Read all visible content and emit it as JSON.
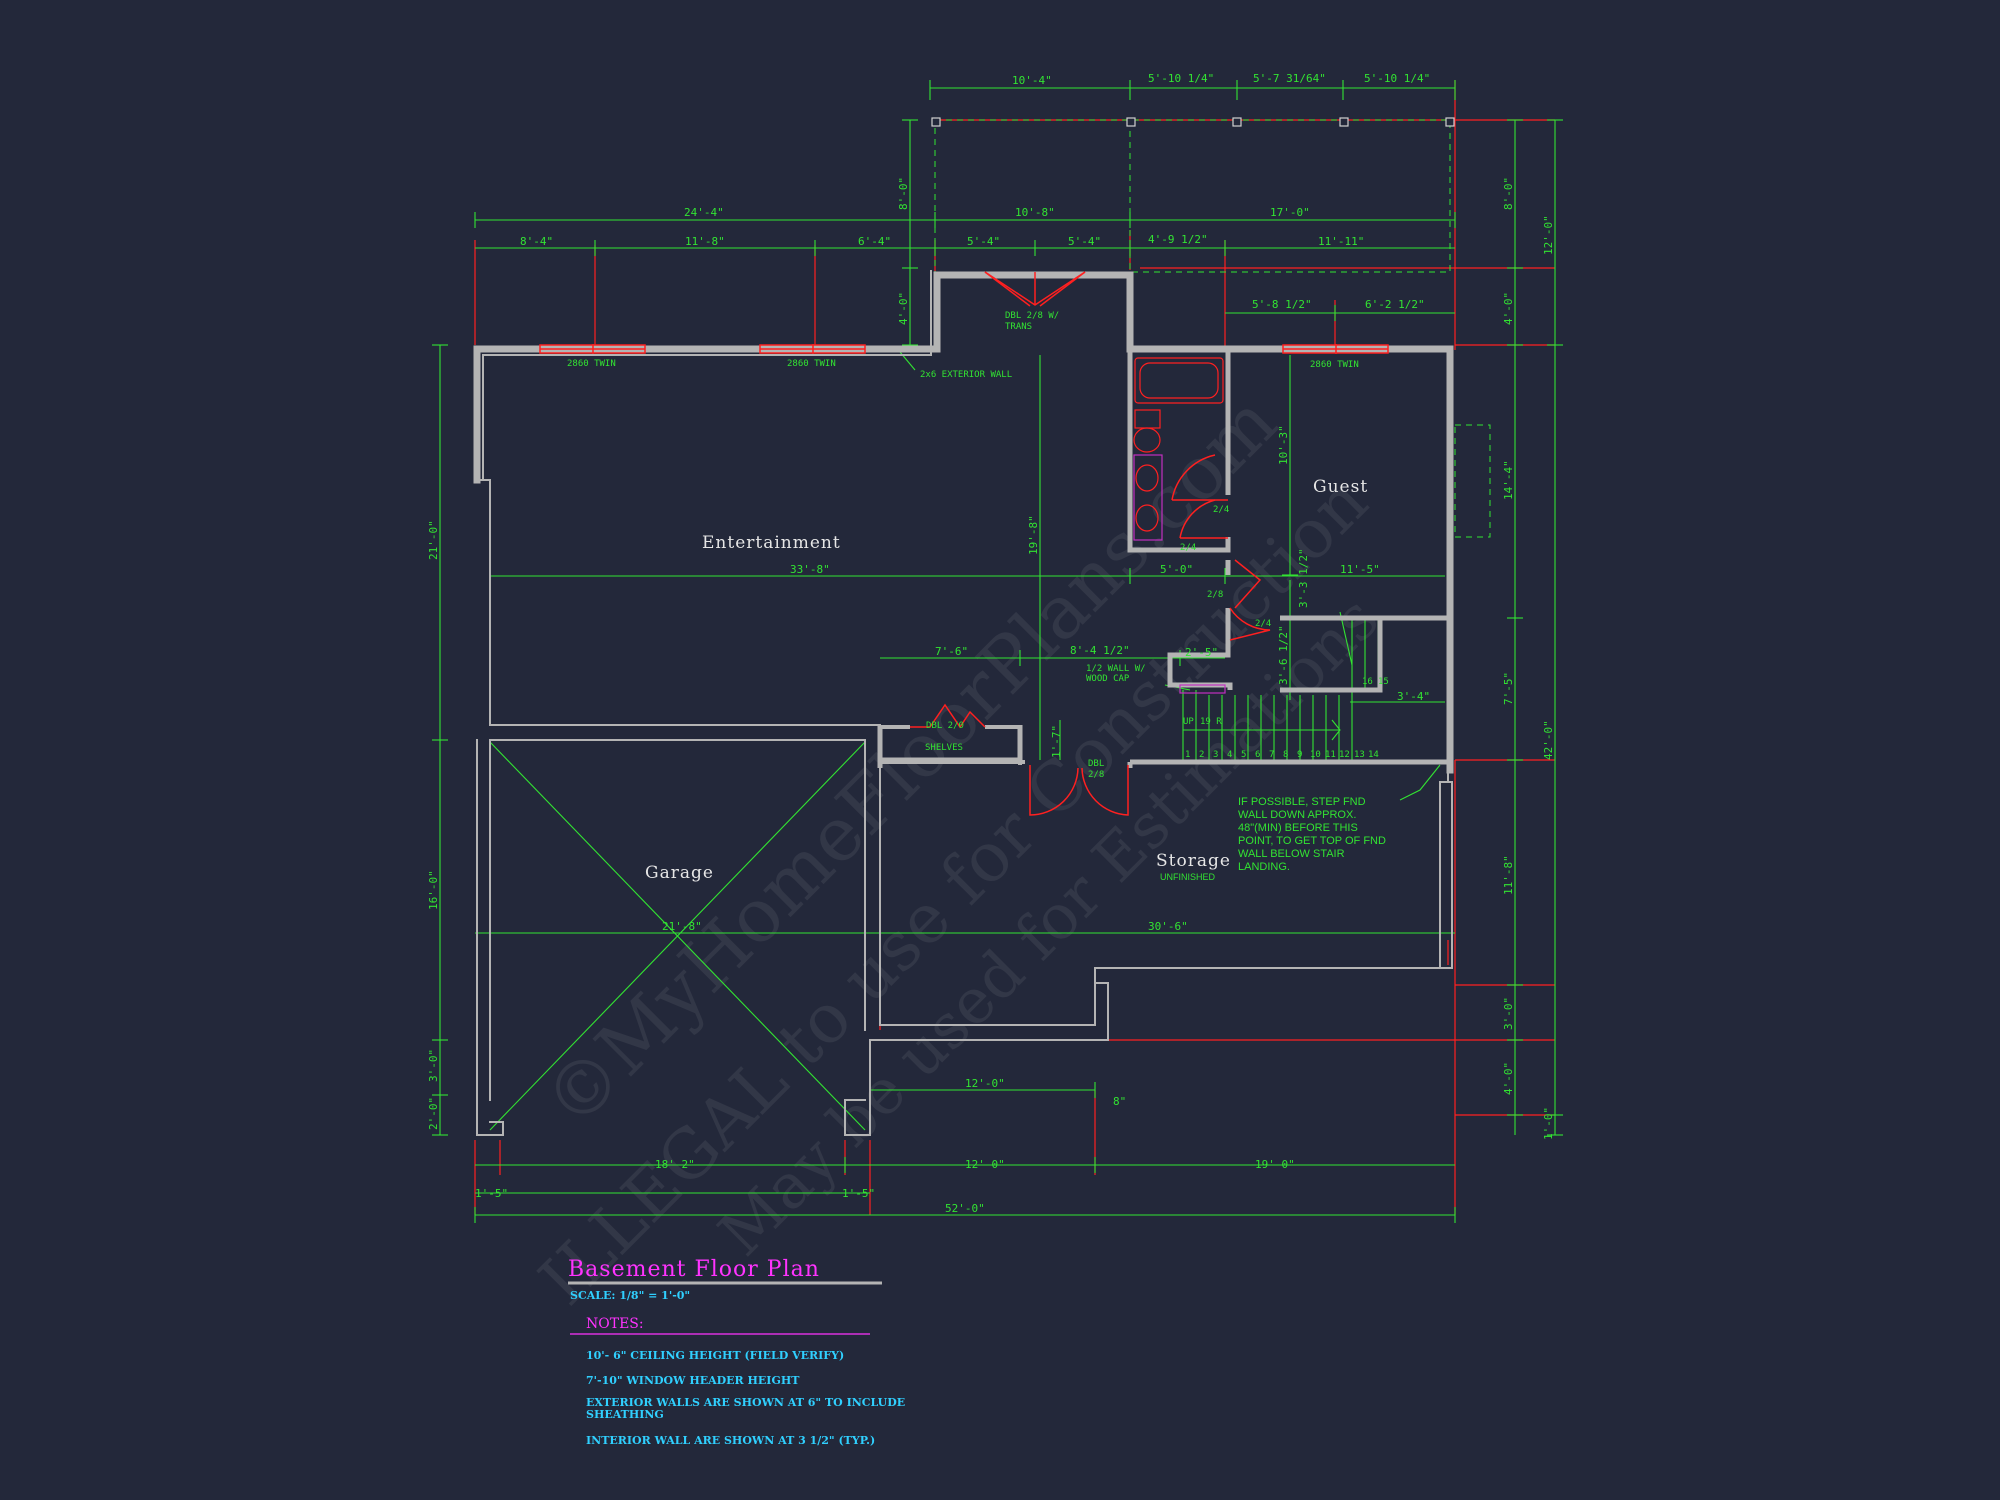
{
  "drawing": {
    "rooms": {
      "entertainment": "Entertainment",
      "guest": "Guest",
      "garage": "Garage",
      "storage": "Storage",
      "storage_sub": "UNFINISHED"
    },
    "labels": {
      "window_left": "2860 TWIN",
      "window_mid": "2860 TWIN",
      "window_right": "2860 TWIN",
      "ext_wall": "2x6 EXTERIOR WALL",
      "dbl_door_top_1": "DBL 2/8 W/",
      "dbl_door_top_2": "TRANS",
      "door_24_a": "2/4",
      "door_24_b": "2/4",
      "door_28": "2/8",
      "door_24_c": "2/4",
      "half_wall_1": "1/2 WALL W/",
      "half_wall_2": "WOOD CAP",
      "dbl_20": "DBL 2/0",
      "shelves": "SHELVES",
      "dbl_28_1": "DBL",
      "dbl_28_2": "2/8",
      "up": "UP",
      "risers": "19 R",
      "stair_16": "16",
      "stair_15": "15",
      "stair_nums": [
        "1",
        "2",
        "3",
        "4",
        "5",
        "6",
        "7",
        "8",
        "9",
        "10",
        "11",
        "12",
        "13",
        "14"
      ]
    },
    "note_step": [
      "IF POSSIBLE, STEP FND",
      "WALL DOWN APPROX.",
      "48\"(MIN) BEFORE THIS",
      "POINT, TO GET TOP OF FND",
      "WALL BELOW STAIR",
      "LANDING."
    ],
    "dims": {
      "top_10_4": "10'-4\"",
      "top_5_10a": "5'-10 1/4\"",
      "top_5_7": "5'-7 31/64\"",
      "top_5_10b": "5'-10 1/4\"",
      "r2_24_4": "24'-4\"",
      "r2_10_8": "10'-8\"",
      "r2_17_0": "17'-0\"",
      "r3_8_4": "8'-4\"",
      "r3_11_8": "11'-8\"",
      "r3_6_4": "6'-4\"",
      "r3_5_4a": "5'-4\"",
      "r3_5_4b": "5'-4\"",
      "r3_4_9": "4'-9 1/2\"",
      "r3_11_11": "11'-11\"",
      "r4_5_8": "5'-8 1/2\"",
      "r4_6_2": "6'-2 1/2\"",
      "v_8_0_left": "8'-0\"",
      "v_4_0_left": "4'-0\"",
      "v_21_0": "21'-0\"",
      "v_16_0": "16'-0\"",
      "v_3_0_left": "3'-0\"",
      "v_2_0_left": "2'-0\"",
      "v_19_8": "19'-8\"",
      "v_10_3": "10'-3\"",
      "v_3_3": "3'-3 1/2\"",
      "v_3_6": "3'-6 1/2\"",
      "v_1_7": "1'-7\"",
      "h_33_8": "33'-8\"",
      "h_5_0": "5'-0\"",
      "h_11_5": "11'-5\"",
      "h_7_6": "7'-6\"",
      "h_8_4": "8'-4 1/2\"",
      "h_2_5": "2'-5\"",
      "h_3_4": "3'-4\"",
      "h_21_8": "21'-8\"",
      "h_30_6": "30'-6\"",
      "h_12_0_mid": "12'-0\"",
      "h_8": "8\"",
      "b_18_2": "18'-2\"",
      "b_12_0": "12'-0\"",
      "b_19_0": "19'-0\"",
      "b_1_5a": "1'-5\"",
      "b_1_5b": "1'-5\"",
      "b_52_0": "52'-0\"",
      "r_8_0": "8'-0\"",
      "r_12_0": "12'-0\"",
      "r_4_0": "4'-0\"",
      "r_14_4": "14'-4\"",
      "r_7_5": "7'-5\"",
      "r_42_0": "42'-0\"",
      "r_11_8": "11'-8\"",
      "r_3_0": "3'-0\"",
      "r_4_0b": "4'-0\"",
      "r_1_0": "1'-0\""
    },
    "watermark": [
      "©MyHomeFloorPlans.com",
      "ILLEGAL to use for Construction",
      "May be used for Estimations"
    ]
  },
  "title_block": {
    "title": "Basement Floor Plan",
    "scale": "SCALE: 1/8\" = 1'-0\"",
    "notes_heading": "NOTES:",
    "notes": [
      "10'- 6\" CEILING HEIGHT (FIELD VERIFY)",
      "7'-10\" WINDOW HEADER HEIGHT",
      "EXTERIOR WALLS ARE SHOWN AT 6\" TO INCLUDE",
      "SHEATHING",
      "INTERIOR WALL ARE SHOWN AT 3 1/2\" (TYP.)"
    ]
  },
  "colors": {
    "background": "#23283a",
    "wall": "#b4b4b4",
    "dimension": "#32e332",
    "extension": "#ff2020",
    "title": "#ff33ff",
    "notes": "#30d0ff"
  }
}
